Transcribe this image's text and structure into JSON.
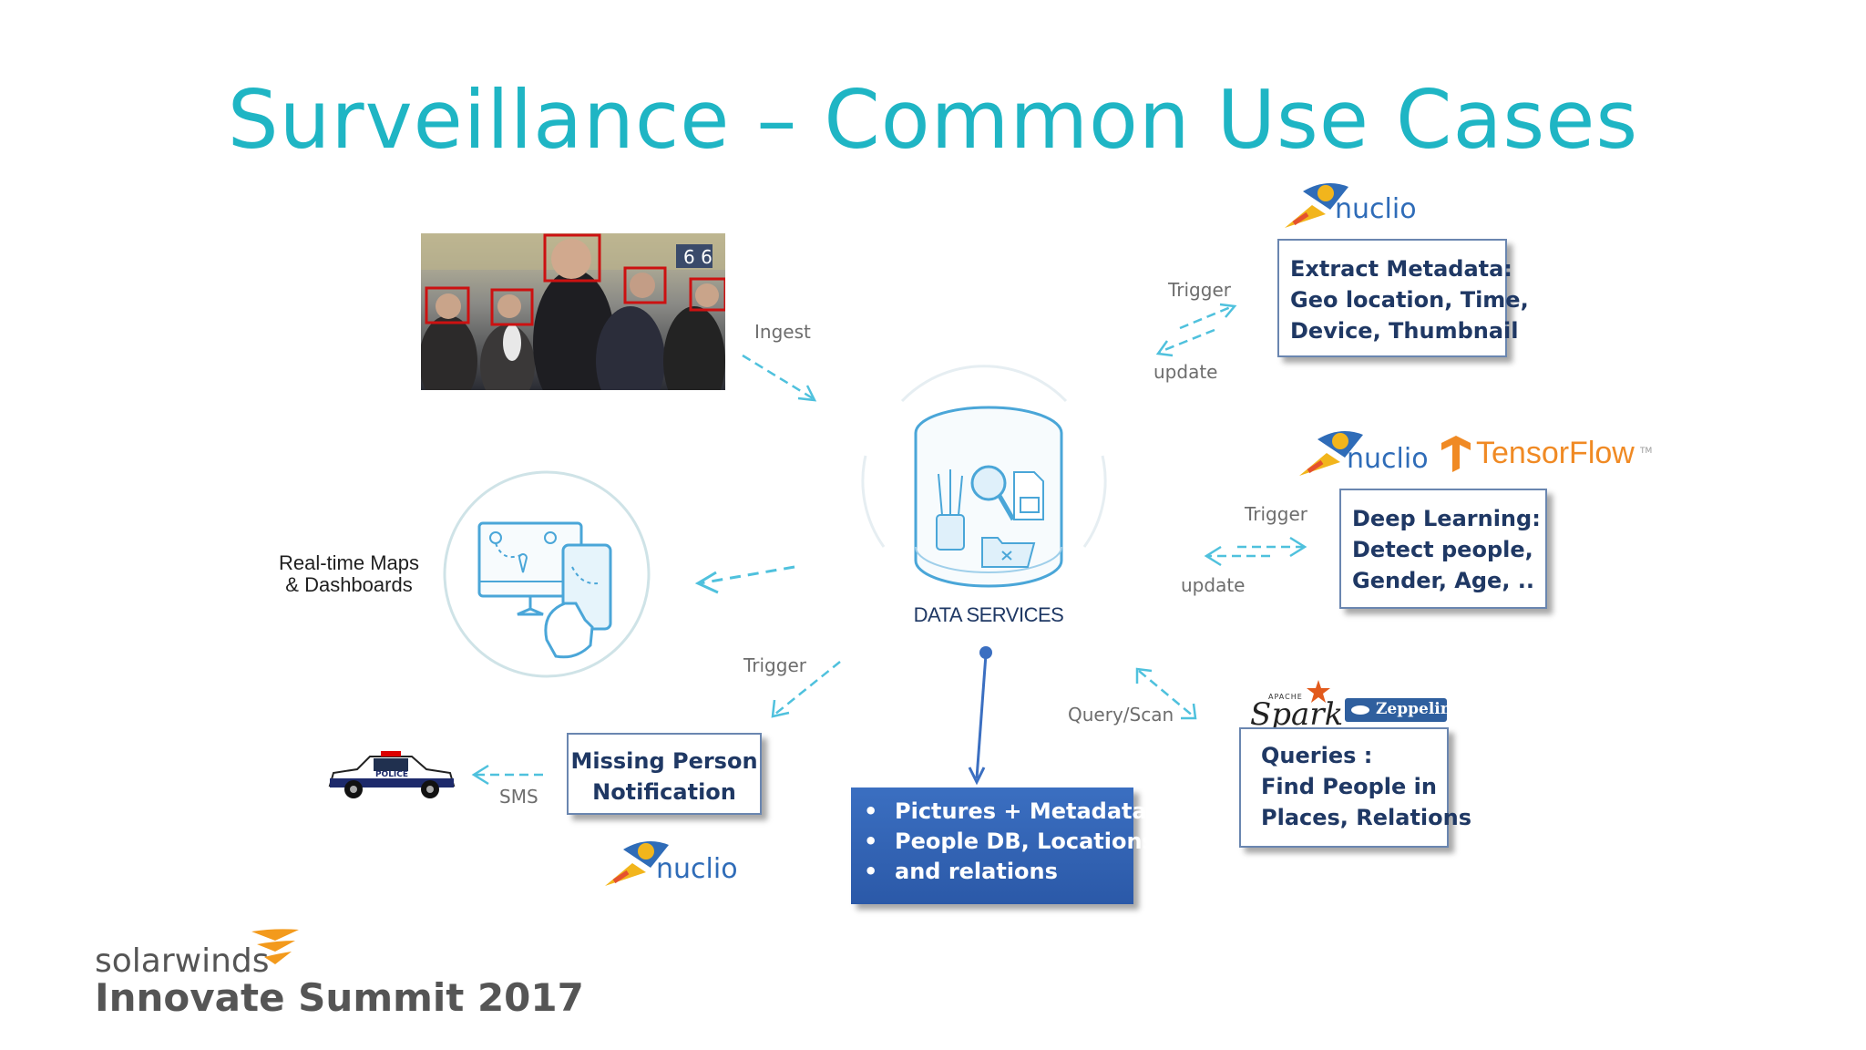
{
  "title": "Surveillance – Common Use Cases",
  "ingest_label": "Ingest",
  "data_services_label": "DATA SERVICES",
  "extract": {
    "trigger_label": "Trigger",
    "update_label": "update",
    "logo_text": "nuclio",
    "box_lines": [
      "Extract Metadata:",
      "Geo location, Time,",
      "Device, Thumbnail"
    ]
  },
  "deep_learning": {
    "trigger_label": "Trigger",
    "update_label": "update",
    "logo_text": "nuclio",
    "tensorflow_text": "TensorFlow",
    "tensorflow_tm": "TM",
    "box_lines": [
      "Deep Learning:",
      "Detect people,",
      "Gender, Age, .."
    ]
  },
  "queries": {
    "query_label": "Query/Scan",
    "spark_text": "Spark",
    "spark_small": "APACHE",
    "zeppelin_text": "Zeppelin",
    "box_lines": [
      "Queries :",
      "Find People in",
      "Places, Relations"
    ]
  },
  "storage": {
    "items": [
      "Pictures + Metadata",
      "People DB, Locations",
      "and relations"
    ]
  },
  "missing_person": {
    "trigger_label": "Trigger",
    "sms_label": "SMS",
    "logo_text": "nuclio",
    "box_lines": [
      "Missing Person",
      "Notification"
    ],
    "car_text": "POLICE"
  },
  "maps": {
    "label_lines": [
      "Real-time Maps",
      "& Dashboards"
    ]
  },
  "branding": {
    "company": "solarwinds",
    "event": "Innovate Summit 2017"
  },
  "colors": {
    "title": "#1fb5c4",
    "box_text": "#1f3864",
    "accent_blue": "#2b59a8",
    "arrow": "#4fc1dd"
  },
  "icons": [
    "rocket-mascot-icon",
    "database-icon",
    "dashboard-icon",
    "police-car-icon",
    "solarwinds-flame-icon",
    "tensorflow-icon"
  ]
}
